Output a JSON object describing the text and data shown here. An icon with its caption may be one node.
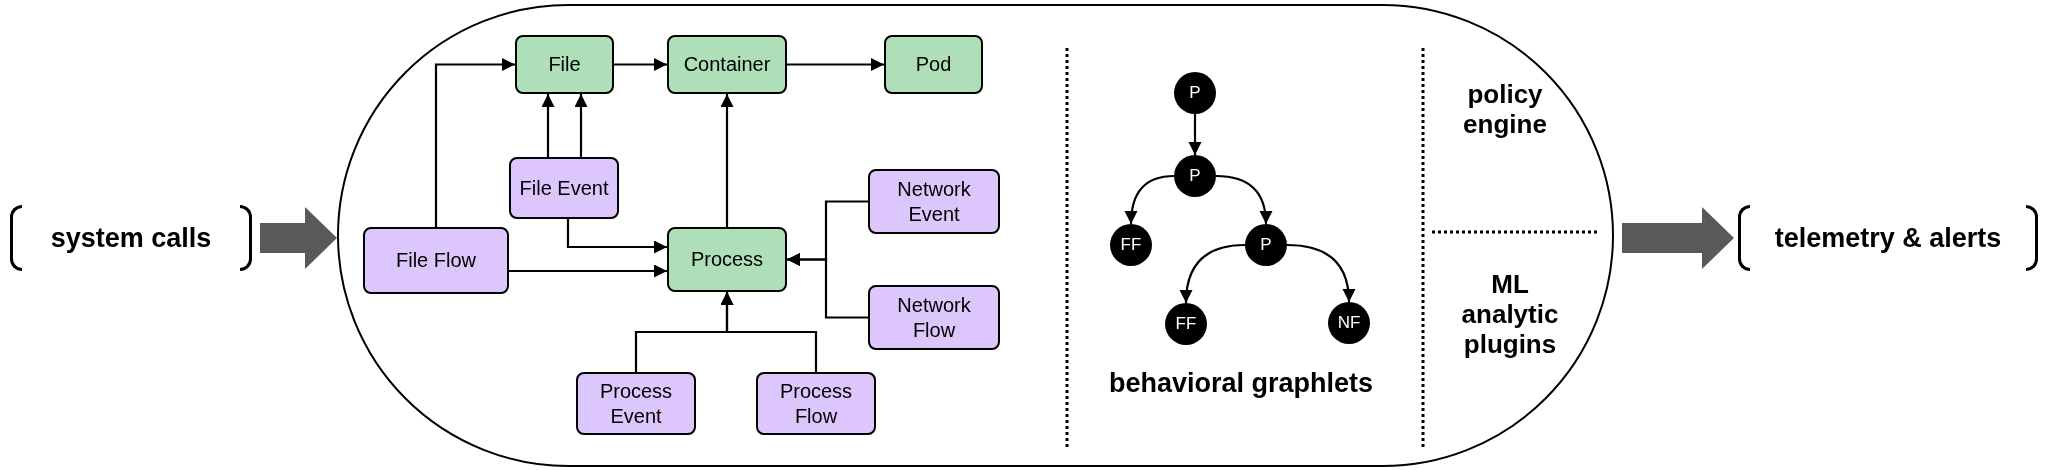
{
  "diagram": {
    "nodes": [
      {
        "text": [
          "system calls"
        ]
      },
      {
        "text": [],
        "shape": "box"
      },
      {
        "text": [
          "File"
        ],
        "in": 1
      },
      {
        "text": [
          "Container"
        ],
        "in": 1
      },
      {
        "text": [
          "Pod"
        ],
        "in": 1
      },
      {
        "text": [
          "File Event"
        ],
        "in": 1
      },
      {
        "text": [
          "File Flow"
        ],
        "in": 1
      },
      {
        "text": [
          "Process"
        ],
        "in": 1
      },
      {
        "text": [
          "Network Event"
        ],
        "in": 1
      },
      {
        "text": [
          "Network Flow"
        ],
        "in": 1
      },
      {
        "text": [
          "Process Event"
        ],
        "in": 1
      },
      {
        "text": [
          "Process Flow"
        ],
        "in": 1
      },
      {
        "text": [
          "P"
        ],
        "in": 1
      },
      {
        "text": [
          "P"
        ],
        "in": 1
      },
      {
        "text": [
          "FF"
        ],
        "in": 1
      },
      {
        "text": [
          "P"
        ],
        "in": 1
      },
      {
        "text": [
          "FF"
        ],
        "in": 1
      },
      {
        "text": [
          "NF"
        ],
        "in": 1
      },
      {
        "text": [
          "telemetry & alerts"
        ]
      }
    ],
    "edges": [
      {
        "from": 6,
        "to": 2,
        "arrow": "to"
      },
      {
        "from": 5,
        "to": 2,
        "arrow": "to"
      },
      {
        "from": 5,
        "to": 2,
        "arrow": "to"
      },
      {
        "from": 2,
        "to": 3,
        "arrow": "to"
      },
      {
        "from": 3,
        "to": 4,
        "arrow": "to"
      },
      {
        "from": 7,
        "to": 3,
        "arrow": "to"
      },
      {
        "from": 5,
        "to": 7,
        "arrow": "to"
      },
      {
        "from": 6,
        "to": 7,
        "arrow": "to"
      },
      {
        "from": 8,
        "to": 7,
        "arrow": "to"
      },
      {
        "from": 9,
        "to": 7,
        "arrow": "to"
      },
      {
        "from": 10,
        "to": 7,
        "arrow": "to"
      },
      {
        "from": 11,
        "to": 7,
        "arrow": "to"
      },
      {
        "from": 12,
        "to": 13,
        "arrow": "to"
      },
      {
        "from": 13,
        "to": 14,
        "arrow": "to"
      },
      {
        "from": 13,
        "to": 15,
        "arrow": "to"
      },
      {
        "from": 15,
        "to": 16,
        "arrow": "to"
      },
      {
        "from": 15,
        "to": 17,
        "arrow": "to"
      },
      {
        "from": 0,
        "to": 1,
        "arrow": "to",
        "style": "thick",
        "color": "#595959"
      },
      {
        "from": 1,
        "to": 18,
        "arrow": "to",
        "style": "thick",
        "color": "#595959"
      }
    ],
    "labels": [
      "behavioral graphlets",
      "policy engine",
      "ML analytic plugins"
    ]
  }
}
